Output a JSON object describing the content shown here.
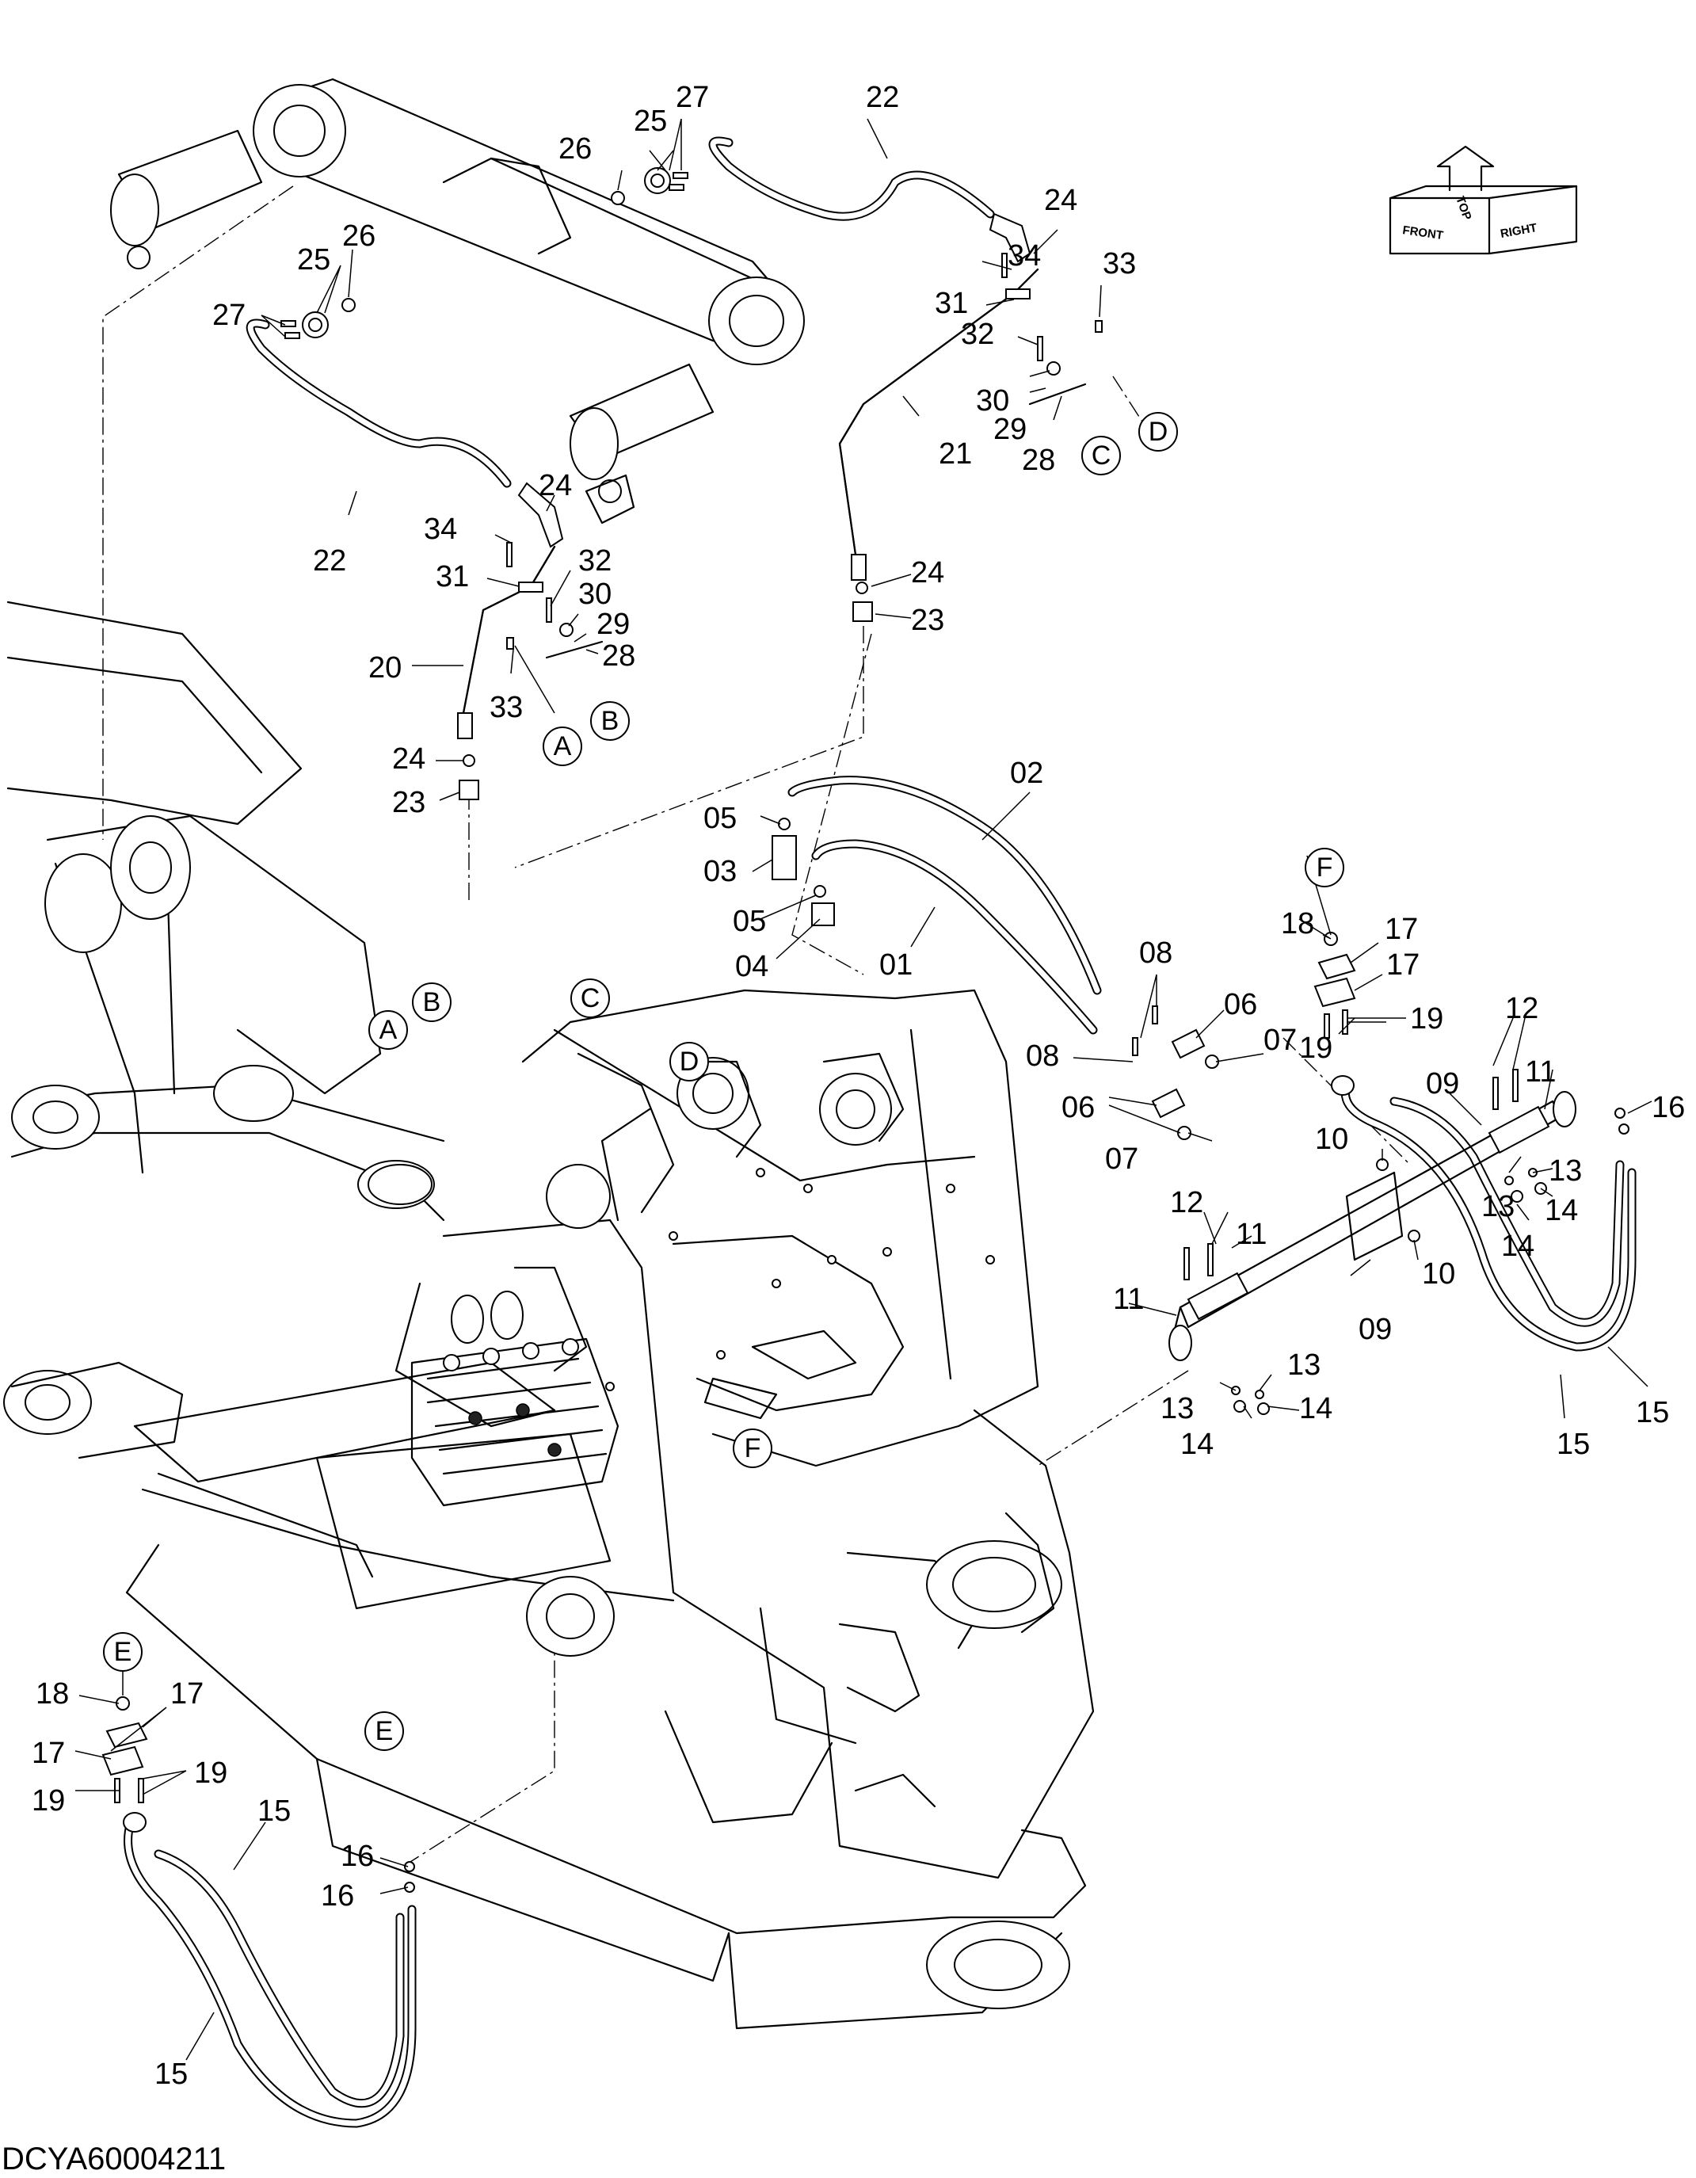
{
  "diagram_code": "DCYA60004211",
  "direction_indicator": {
    "front": "FRONT",
    "top": "TOP",
    "right": "RIGHT"
  },
  "labels": {
    "p01": "01",
    "p02": "02",
    "p03": "03",
    "p04": "04",
    "p05": "05",
    "p06": "06",
    "p07": "07",
    "p08": "08",
    "p09": "09",
    "p10": "10",
    "p11": "11",
    "p12": "12",
    "p13": "13",
    "p14": "14",
    "p15": "15",
    "p16": "16",
    "p17": "17",
    "p18": "18",
    "p19": "19",
    "p20": "20",
    "p21": "21",
    "p22": "22",
    "p23": "23",
    "p24": "24",
    "p25": "25",
    "p26": "26",
    "p27": "27",
    "p28": "28",
    "p29": "29",
    "p30": "30",
    "p31": "31",
    "p32": "32",
    "p33": "33",
    "p34": "34"
  },
  "refs": {
    "A": "A",
    "B": "B",
    "C": "C",
    "D": "D",
    "E": "E",
    "F": "F"
  }
}
